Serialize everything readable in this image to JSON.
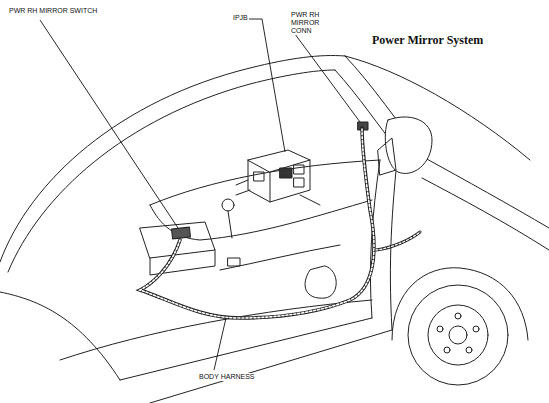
{
  "diagram": {
    "title": "Power Mirror System",
    "labels": [
      "PWR RH MIRROR SWITCH",
      "IPJB",
      "PWR RH MIRROR CONN",
      "BODY HARNESS"
    ]
  }
}
